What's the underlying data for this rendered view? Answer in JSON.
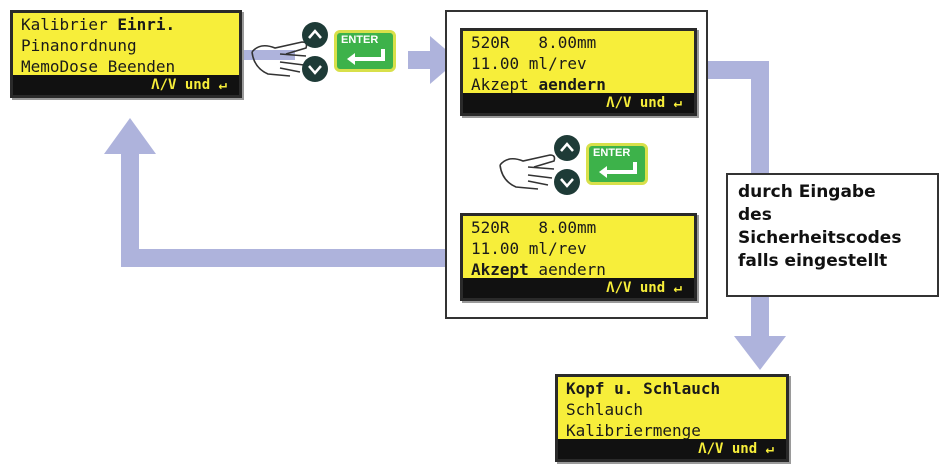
{
  "screen_start": {
    "line1_a": "Kalibrier ",
    "line1_b": "Einri.",
    "line2": "Pinanordnung",
    "line3": "MemoDose Beenden",
    "bar": "Λ/V und ↵"
  },
  "screen_aendern": {
    "line1": "520R   8.00mm",
    "line2": "11.00 ml/rev",
    "line3_a": "Akzept ",
    "line3_b": "aendern",
    "bar": "Λ/V und ↵"
  },
  "screen_akzept": {
    "line1": "520R   8.00mm",
    "line2": "11.00 ml/rev",
    "line3_a": "Akzept",
    "line3_b": " aendern",
    "bar": "Λ/V und ↵"
  },
  "screen_kopf": {
    "line1": "Kopf u. Schlauch",
    "line2": "Schlauch",
    "line3": "Kalibriermenge",
    "bar": "Λ/V und ↵"
  },
  "enter_key_label": "ENTER",
  "note": {
    "lines": [
      "durch Eingabe",
      "des",
      "Sicherheitscodes",
      "falls eingestellt"
    ]
  },
  "colors": {
    "lcd_background": "#f7ee3a",
    "flow_arrow": "#aeb3dc",
    "enter_key": "#3db24a",
    "nav_key": "#1e3b37"
  },
  "icons": [
    "pointing-hand-icon",
    "up-chevron-icon",
    "down-chevron-icon",
    "enter-key-icon",
    "return-arrow-icon"
  ]
}
